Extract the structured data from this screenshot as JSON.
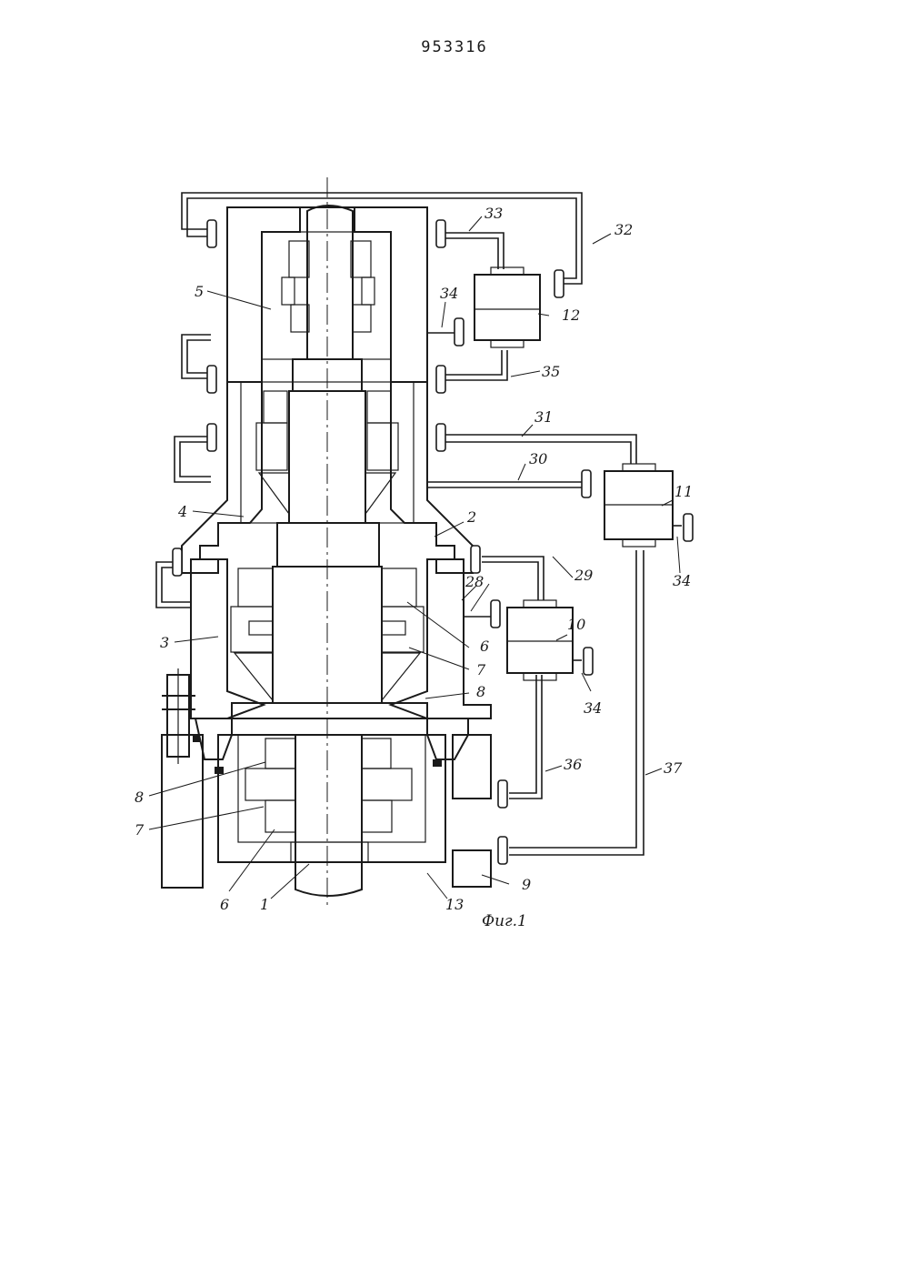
{
  "page": {
    "number": "953316"
  },
  "figure": {
    "caption": "Фиг.1",
    "labels": {
      "l1": "1",
      "l2": "2",
      "l3": "3",
      "l4": "4",
      "l5": "5",
      "l6a": "6",
      "l6b": "6",
      "l7a": "7",
      "l7b": "7",
      "l8a": "8",
      "l8b": "8",
      "l9": "9",
      "l10": "10",
      "l11": "11",
      "l12": "12",
      "l13": "13",
      "l28": "28",
      "l29": "29",
      "l30": "30",
      "l31": "31",
      "l32": "32",
      "l33": "33",
      "l34a": "34",
      "l34b": "34",
      "l34c": "34",
      "l35": "35",
      "l36": "36",
      "l37": "37"
    }
  }
}
